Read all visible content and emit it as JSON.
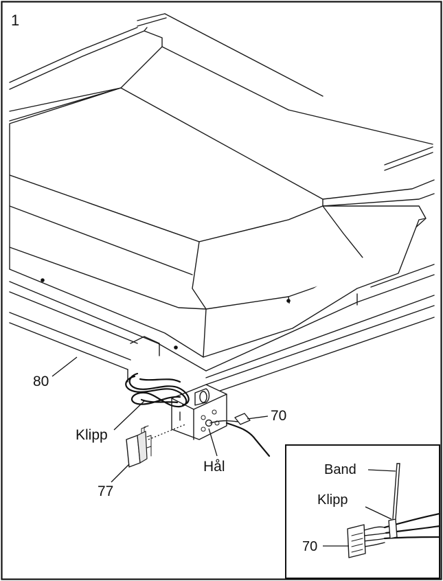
{
  "step_number": "1",
  "labels": {
    "part_80": "80",
    "klipp_main": "Klipp",
    "part_77": "77",
    "hal": "Hål",
    "part_70_main": "70",
    "band": "Band",
    "klipp_inset": "Klipp",
    "part_70_inset": "70"
  },
  "colors": {
    "line": "#1a1a1a",
    "background": "#ffffff"
  }
}
